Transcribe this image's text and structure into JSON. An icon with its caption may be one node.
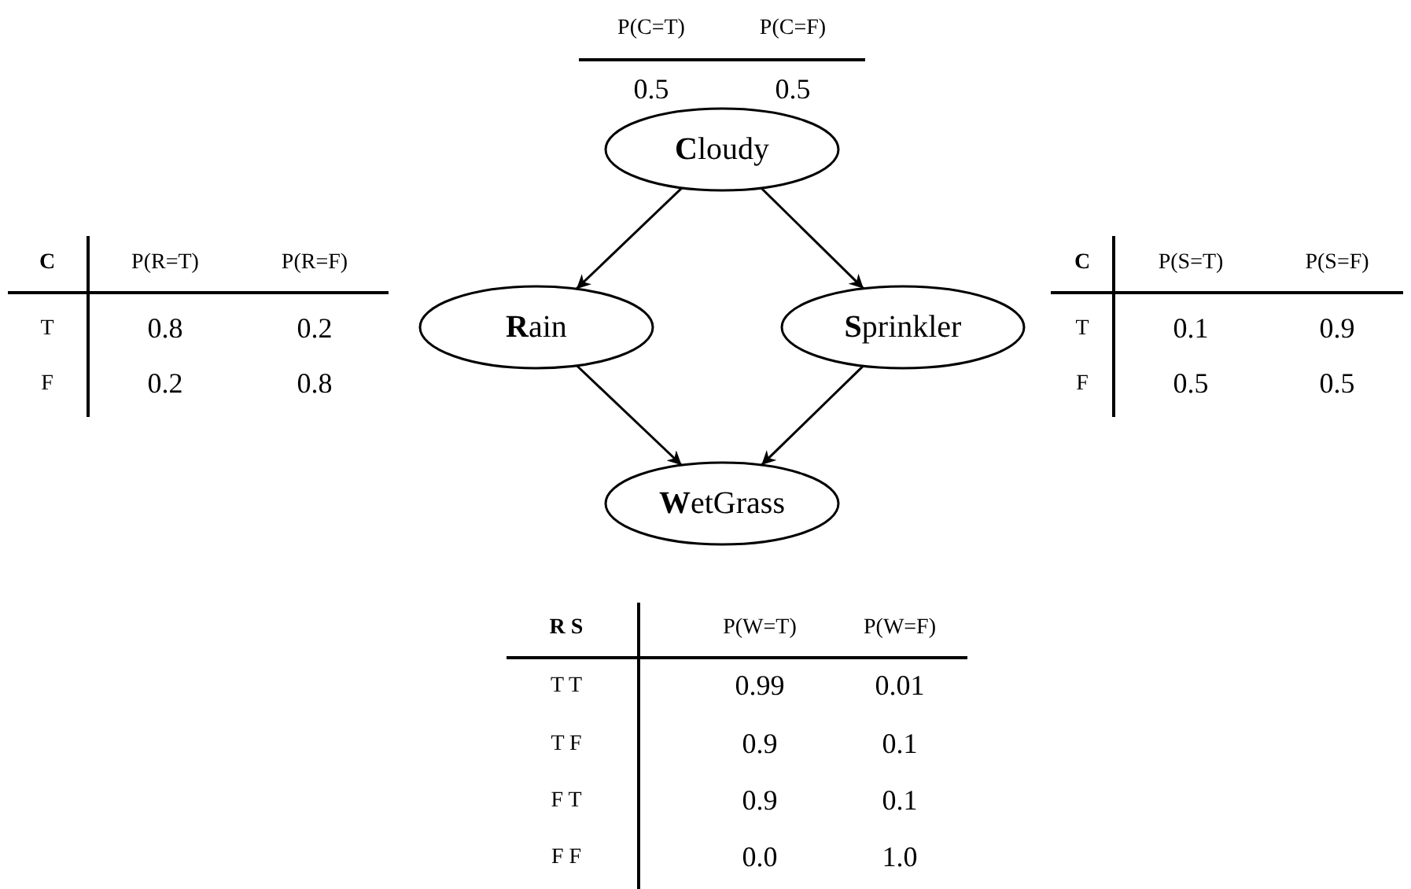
{
  "diagram": {
    "nodes": [
      {
        "text": [
          "**C**loudy"
        ]
      },
      {
        "text": [
          "**R**ain"
        ]
      },
      {
        "text": [
          "**S**prinkler"
        ]
      },
      {
        "text": [
          "**W**etGrass"
        ]
      }
    ],
    "edges": [
      {
        "from": 0,
        "to": 1,
        "arrow": "to"
      },
      {
        "from": 0,
        "to": 2,
        "arrow": "to"
      },
      {
        "from": 1,
        "to": 3,
        "arrow": "to"
      },
      {
        "from": 2,
        "to": 3,
        "arrow": "to"
      }
    ],
    "labels": [
      "P(C=T)",
      "P(C=F)",
      "0.5",
      "0.5",
      "C",
      "P(R=T)",
      "P(R=F)",
      "T",
      "0.8",
      "0.2",
      "F",
      "0.2",
      "0.8",
      "C",
      "P(S=T)",
      "P(S=F)",
      "T",
      "0.1",
      "0.9",
      "F",
      "0.5",
      "0.5",
      "R S",
      "P(W=T)",
      "P(W=F)",
      "T T",
      "0.99",
      "0.01",
      "T F",
      "0.9",
      "0.1",
      "F T",
      "0.9",
      "0.1",
      "F F",
      "0.0",
      "1.0"
    ]
  }
}
